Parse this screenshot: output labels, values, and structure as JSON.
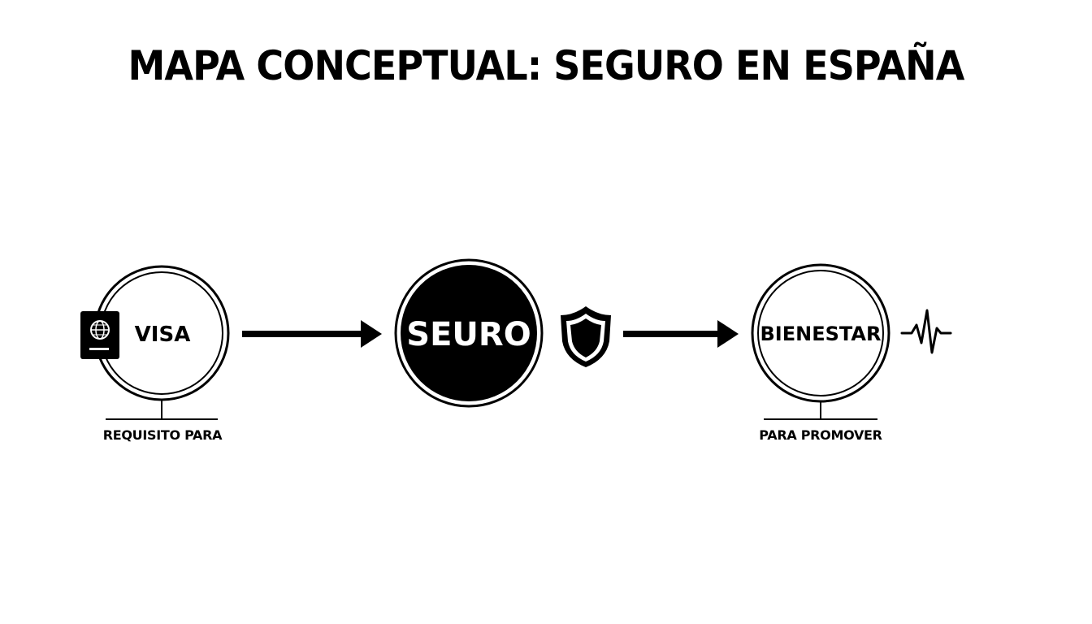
{
  "title": "MAPA CONCEPTUAL: SEGURO EN ESPAÑA",
  "nodes": {
    "visa": {
      "label": "VISA",
      "icon": "passport-icon",
      "caption": "REQUISITO PARA"
    },
    "seguro": {
      "label": "SEURO",
      "icon": "shield-icon"
    },
    "bienestar": {
      "label": "BIENESTAR",
      "icon": "heartbeat-icon",
      "caption": "PARA PROMOVER"
    }
  },
  "colors": {
    "ink": "#000000",
    "background": "#ffffff"
  }
}
